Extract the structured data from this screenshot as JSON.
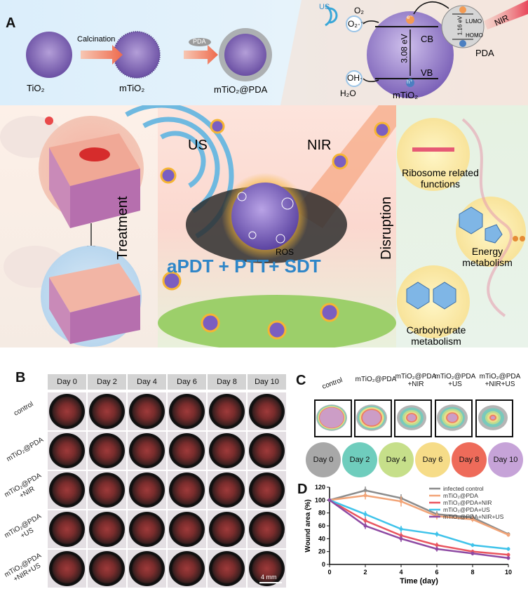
{
  "panelA": {
    "letter": "A",
    "steps": [
      "TiO₂",
      "mTiO₂",
      "mTiO₂@PDA"
    ],
    "arrow1": "Calcination",
    "arrow2": "PDA",
    "mechanism": {
      "us": "US",
      "o2": "O₂",
      "o2rad": "O₂·⁻",
      "cb": "CB",
      "vb": "VB",
      "gap": "3.08 eV",
      "gap2": "1.16 eV",
      "lumo": "LUMO",
      "homo": "HOMO",
      "pda": "PDA",
      "nir": "NIR",
      "oh": "OH·",
      "h2o": "H₂O",
      "mtio2": "mTiO₂",
      "e": "e⁻",
      "h": "h⁺"
    },
    "treatment": "Treatment",
    "disruption": "Disruption",
    "center_us": "US",
    "center_nir": "NIR",
    "ros": "ROS",
    "therapy": "aPDT + PTT+ SDT",
    "functions": [
      "Ribosome related\nfunctions",
      "Energy\nmetabolism",
      "Carbohydrate\nmetabolism"
    ]
  },
  "panelB": {
    "letter": "B",
    "days": [
      "Day 0",
      "Day 2",
      "Day 4",
      "Day 6",
      "Day 8",
      "Day 10"
    ],
    "groups": [
      "control",
      "mTiO₂@PDA",
      "mTiO₂@PDA\n+NIR",
      "mTiO₂@PDA\n+US",
      "mTiO₂@PDA\n+NIR+US"
    ],
    "scale": "4 mm"
  },
  "panelC": {
    "letter": "C",
    "groups": [
      "control",
      "mTiO₂@PDA",
      "mTiO₂@PDA\n+NIR",
      "mTiO₂@PDA\n+US",
      "mTiO₂@PDA\n+NIR+US"
    ],
    "days": [
      "Day 0",
      "Day 2",
      "Day 4",
      "Day 6",
      "Day 8",
      "Day 10"
    ],
    "day_colors": [
      "#a8a8a8",
      "#6fcdbd",
      "#c6df8a",
      "#f6dc88",
      "#ee6b5a",
      "#c6a3d8"
    ]
  },
  "panelD": {
    "letter": "D"
  },
  "chart_data": {
    "type": "line",
    "xlabel": "Time (day)",
    "ylabel": "Wound area (%)",
    "x": [
      0,
      2,
      4,
      6,
      8,
      10
    ],
    "xlim": [
      0,
      10
    ],
    "ylim": [
      0,
      120
    ],
    "xticks": [
      0,
      2,
      4,
      6,
      8,
      10
    ],
    "yticks": [
      0,
      20,
      40,
      60,
      80,
      100,
      120
    ],
    "legend": "top-right",
    "series": [
      {
        "name": "infected control",
        "color": "#8c8c8c",
        "values": [
          100,
          115,
          103,
          78,
          73,
          47
        ],
        "err": [
          0,
          6,
          6,
          5,
          5,
          3
        ]
      },
      {
        "name": "mTiO₂@PDA",
        "color": "#f2a477",
        "values": [
          100,
          107,
          98,
          75,
          70,
          46
        ],
        "err": [
          0,
          6,
          8,
          5,
          4,
          3
        ]
      },
      {
        "name": "mTiO₂@PDA+NIR",
        "color": "#e9555f",
        "values": [
          100,
          68,
          45,
          30,
          20,
          15
        ],
        "err": [
          0,
          6,
          5,
          4,
          3,
          3
        ]
      },
      {
        "name": "mTiO₂@PDA+US",
        "color": "#3fc3ea",
        "values": [
          100,
          78,
          55,
          47,
          30,
          24
        ],
        "err": [
          0,
          5,
          5,
          4,
          3,
          3
        ]
      },
      {
        "name": "mTiO₂@PDA+NIR+US",
        "color": "#8e4aa3",
        "values": [
          100,
          60,
          40,
          24,
          17,
          10
        ],
        "err": [
          0,
          5,
          5,
          4,
          3,
          3
        ]
      }
    ]
  }
}
